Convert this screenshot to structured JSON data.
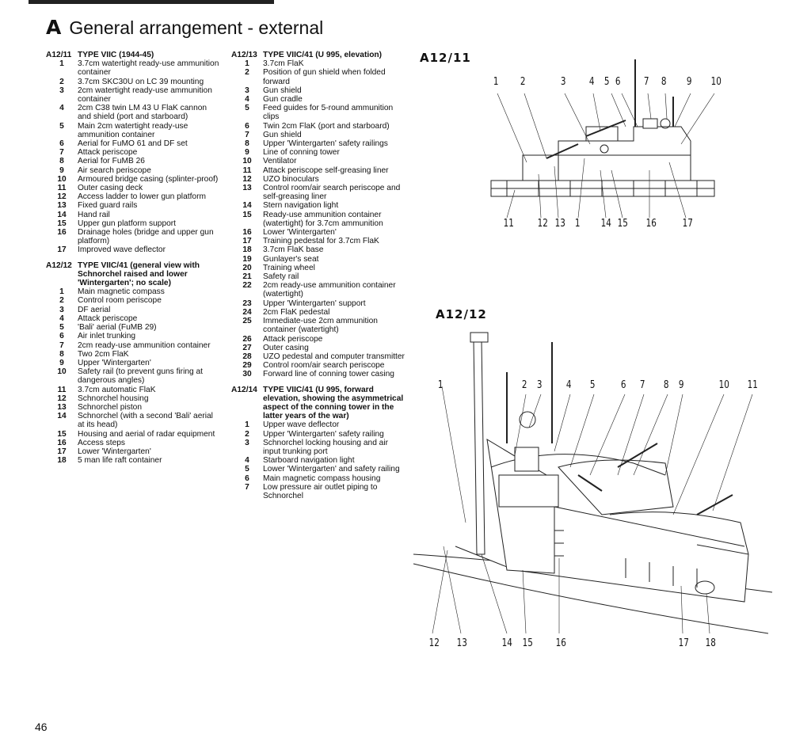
{
  "header": {
    "letter": "A",
    "title": "General arrangement - external"
  },
  "page_number": "46",
  "col1": [
    {
      "code": "A12/11",
      "heading": "TYPE VIIC (1944-45)",
      "items": [
        {
          "n": "1",
          "t": "3.7cm watertight ready-use ammunition container"
        },
        {
          "n": "2",
          "t": "3.7cm SKC30U on LC 39 mounting"
        },
        {
          "n": "3",
          "t": "2cm watertight ready-use ammunition container"
        },
        {
          "n": "4",
          "t": "2cm C38 twin LM 43 U FlaK cannon and shield (port and starboard)"
        },
        {
          "n": "5",
          "t": "Main 2cm watertight ready-use ammunition container"
        },
        {
          "n": "6",
          "t": "Aerial for FuMO 61 and DF set"
        },
        {
          "n": "7",
          "t": "Attack periscope"
        },
        {
          "n": "8",
          "t": "Aerial for FuMB 26"
        },
        {
          "n": "9",
          "t": "Air search periscope"
        },
        {
          "n": "10",
          "t": "Armoured bridge casing (splinter-proof)"
        },
        {
          "n": "11",
          "t": "Outer casing deck"
        },
        {
          "n": "12",
          "t": "Access ladder to lower gun platform"
        },
        {
          "n": "13",
          "t": "Fixed guard rails"
        },
        {
          "n": "14",
          "t": "Hand rail"
        },
        {
          "n": "15",
          "t": "Upper gun platform support"
        },
        {
          "n": "16",
          "t": "Drainage holes (bridge and upper gun platform)"
        },
        {
          "n": "17",
          "t": "Improved wave deflector"
        }
      ]
    },
    {
      "code": "A12/12",
      "heading": "TYPE VIIC/41 (general view with Schnorchel raised and lower 'Wintergarten'; no scale)",
      "items": [
        {
          "n": "1",
          "t": "Main magnetic compass"
        },
        {
          "n": "2",
          "t": "Control room periscope"
        },
        {
          "n": "3",
          "t": "DF aerial"
        },
        {
          "n": "4",
          "t": "Attack periscope"
        },
        {
          "n": "5",
          "t": "'Bali' aerial (FuMB 29)"
        },
        {
          "n": "6",
          "t": "Air inlet trunking"
        },
        {
          "n": "7",
          "t": "2cm ready-use ammunition container"
        },
        {
          "n": "8",
          "t": "Two 2cm FlaK"
        },
        {
          "n": "9",
          "t": "Upper 'Wintergarten'"
        },
        {
          "n": "10",
          "t": "Safety rail (to prevent guns firing at dangerous angles)"
        },
        {
          "n": "11",
          "t": "3.7cm automatic FlaK"
        },
        {
          "n": "12",
          "t": "Schnorchel housing"
        },
        {
          "n": "13",
          "t": "Schnorchel piston"
        },
        {
          "n": "14",
          "t": "Schnorchel (with a second 'Bali' aerial at its head)"
        },
        {
          "n": "15",
          "t": "Housing and aerial of radar equipment"
        },
        {
          "n": "16",
          "t": "Access steps"
        },
        {
          "n": "17",
          "t": "Lower 'Wintergarten'"
        },
        {
          "n": "18",
          "t": "5 man life raft container"
        }
      ]
    }
  ],
  "col2": [
    {
      "code": "A12/13",
      "heading": "TYPE VIIC/41 (U 995, elevation)",
      "items": [
        {
          "n": "1",
          "t": "3.7cm FlaK"
        },
        {
          "n": "2",
          "t": "Position of gun shield when folded forward"
        },
        {
          "n": "3",
          "t": "Gun shield"
        },
        {
          "n": "4",
          "t": "Gun cradle"
        },
        {
          "n": "5",
          "t": "Feed guides for 5-round ammunition clips"
        },
        {
          "n": "6",
          "t": "Twin 2cm FlaK (port and starboard)"
        },
        {
          "n": "7",
          "t": "Gun shield"
        },
        {
          "n": "8",
          "t": "Upper 'Wintergarten' safety railings"
        },
        {
          "n": "9",
          "t": "Line of conning tower"
        },
        {
          "n": "10",
          "t": "Ventilator"
        },
        {
          "n": "11",
          "t": "Attack periscope self-greasing liner"
        },
        {
          "n": "12",
          "t": "UZO binoculars"
        },
        {
          "n": "13",
          "t": "Control room/air search periscope and self-greasing liner"
        },
        {
          "n": "14",
          "t": "Stern navigation light"
        },
        {
          "n": "15",
          "t": "Ready-use ammunition container (watertight) for 3.7cm ammunition"
        },
        {
          "n": "16",
          "t": "Lower 'Wintergarten'"
        },
        {
          "n": "17",
          "t": "Training pedestal for 3.7cm FlaK"
        },
        {
          "n": "18",
          "t": "3.7cm FlaK base"
        },
        {
          "n": "19",
          "t": "Gunlayer's seat"
        },
        {
          "n": "20",
          "t": "Training wheel"
        },
        {
          "n": "21",
          "t": "Safety rail"
        },
        {
          "n": "22",
          "t": "2cm ready-use ammunition container (watertight)"
        },
        {
          "n": "23",
          "t": "Upper 'Wintergarten' support"
        },
        {
          "n": "24",
          "t": "2cm FlaK pedestal"
        },
        {
          "n": "25",
          "t": "Immediate-use 2cm ammunition container (watertight)"
        },
        {
          "n": "26",
          "t": "Attack periscope"
        },
        {
          "n": "27",
          "t": "Outer casing"
        },
        {
          "n": "28",
          "t": "UZO pedestal and computer transmitter"
        },
        {
          "n": "29",
          "t": "Control room/air search periscope"
        },
        {
          "n": "30",
          "t": "Forward line of conning tower casing"
        }
      ]
    },
    {
      "code": "A12/14",
      "heading": "TYPE VIIC/41 (U 995, forward elevation, showing the asymmetrical aspect of the conning tower in the latter years of the war)",
      "items": [
        {
          "n": "1",
          "t": "Upper wave deflector"
        },
        {
          "n": "2",
          "t": "Upper 'Wintergarten' safety railing"
        },
        {
          "n": "3",
          "t": "Schnorchel locking housing and air input trunking port"
        },
        {
          "n": "4",
          "t": "Starboard navigation light"
        },
        {
          "n": "5",
          "t": "Lower 'Wintergarten' and safety railing"
        },
        {
          "n": "6",
          "t": "Main magnetic compass housing"
        },
        {
          "n": "7",
          "t": "Low pressure air outlet piping to Schnorchel"
        }
      ]
    }
  ],
  "fig1": {
    "label": "A12/11",
    "top_callouts": [
      "1",
      "2",
      "3",
      "4",
      "5",
      "6",
      "7",
      "8",
      "9",
      "10"
    ],
    "bottom_callouts": [
      "11",
      "12",
      "13",
      "1",
      "14",
      "15",
      "16",
      "17"
    ]
  },
  "fig2": {
    "label": "A12/12",
    "top_callouts": [
      "1",
      "2",
      "3",
      "4",
      "5",
      "6",
      "7",
      "8",
      "9",
      "10",
      "11"
    ],
    "bottom_callouts": [
      "12",
      "13",
      "14",
      "15",
      "16",
      "17",
      "18"
    ]
  }
}
